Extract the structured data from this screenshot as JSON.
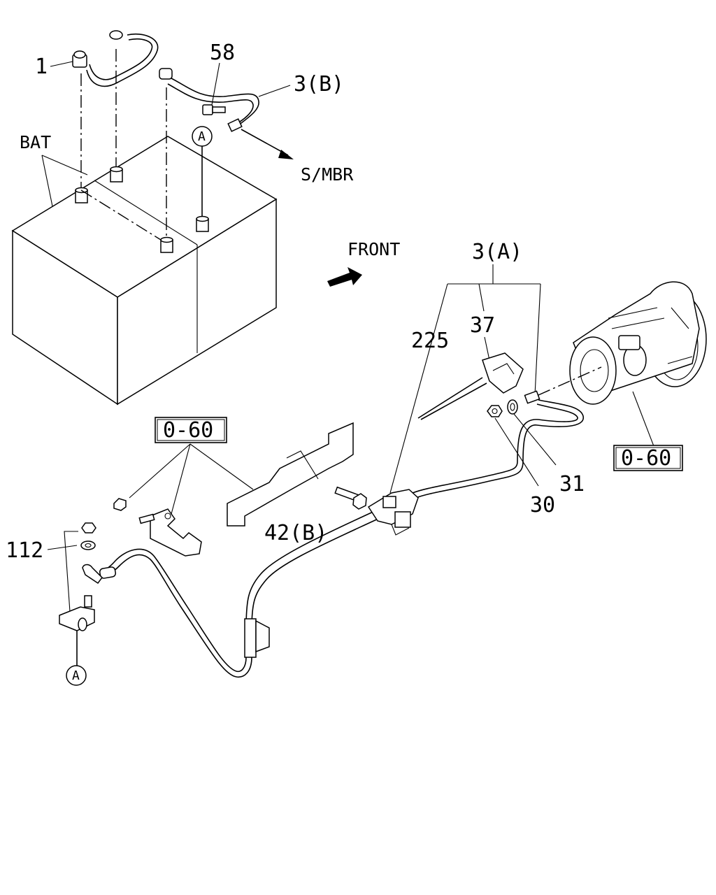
{
  "callouts": {
    "bolt_clamp": "1",
    "bolt_58": "58",
    "cable_b": "3(B)",
    "battery": "BAT",
    "s_mbr": "S/MBR",
    "front": "FRONT",
    "cable_a": "3(A)",
    "part_37": "37",
    "part_225": "225",
    "ref_box_left": "0-60",
    "ref_box_right": "0-60",
    "bolt_42b": "42(B)",
    "part_31": "31",
    "part_30": "30",
    "part_112": "112",
    "circle_a_top": "A",
    "circle_a_bottom": "A"
  },
  "colors": {
    "ink": "#000000",
    "paper": "#ffffff"
  }
}
